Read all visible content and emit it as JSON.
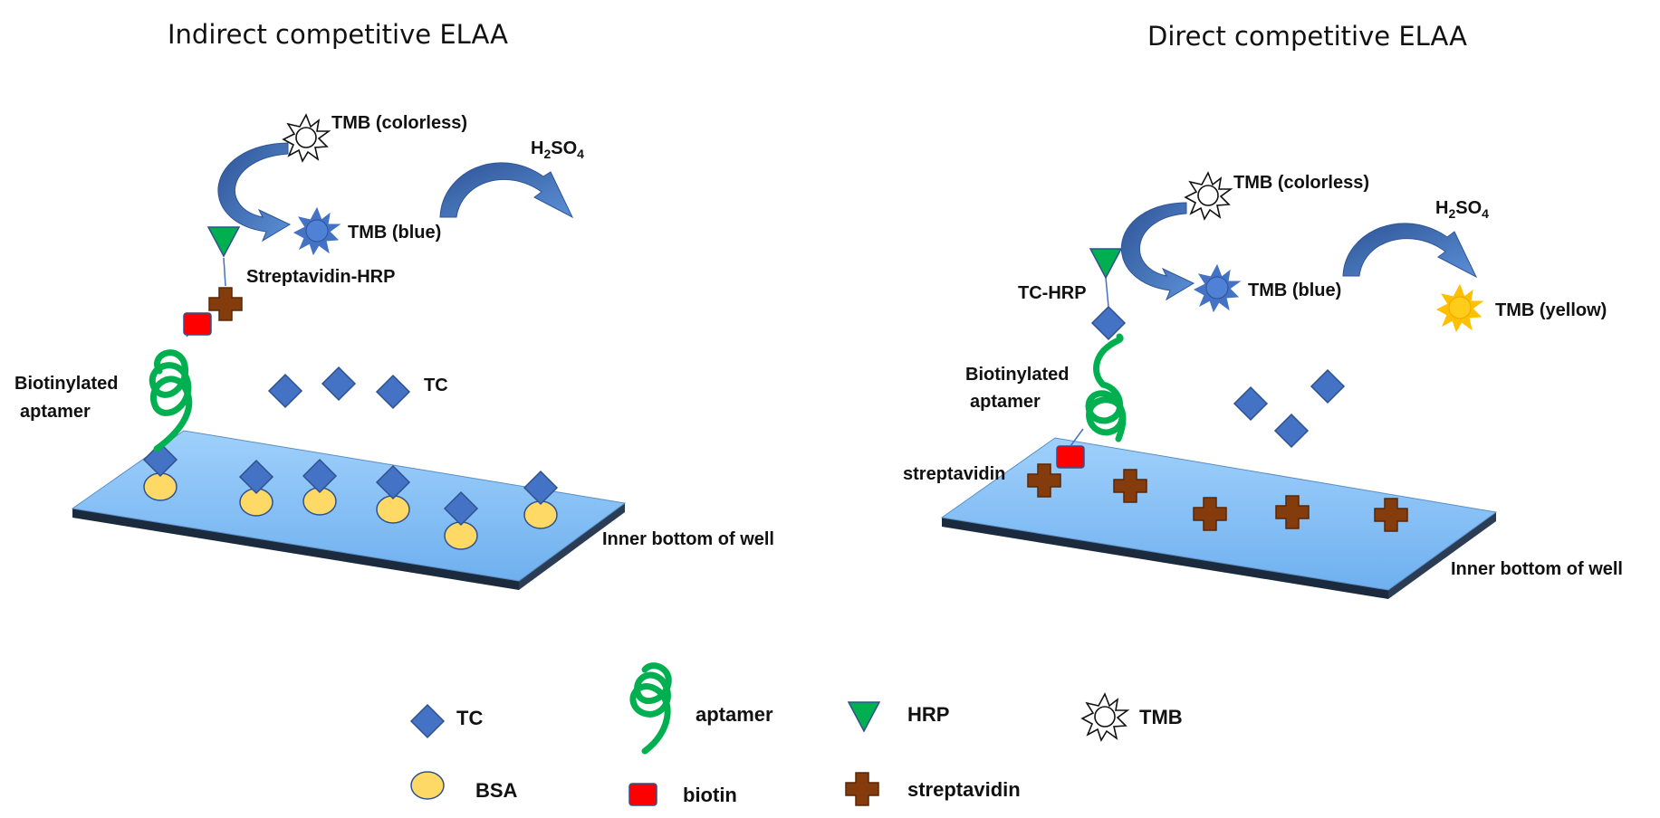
{
  "panels": {
    "indirect": {
      "title": "Indirect competitive ELAA",
      "tmb_colorless": "TMB (colorless)",
      "tmb_blue": "TMB (blue)",
      "acid": {
        "main": "H",
        "s1": "2",
        "mid": "SO",
        "s2": "4"
      },
      "conjugate_label": "Streptavidin-HRP",
      "aptamer_label_line1": "Biotinylated",
      "aptamer_label_line2": "aptamer",
      "analyte_label": "TC",
      "surface_label": "Inner bottom of well"
    },
    "direct": {
      "title": "Direct competitive ELAA",
      "tmb_colorless": "TMB (colorless)",
      "tmb_blue": "TMB (blue)",
      "tmb_yellow": "TMB (yellow)",
      "acid": {
        "main": "H",
        "s1": "2",
        "mid": "SO",
        "s2": "4"
      },
      "conjugate_label": "TC-HRP",
      "aptamer_label_line1": "Biotinylated",
      "aptamer_label_line2": "aptamer",
      "streptavidin_label": "streptavidin",
      "surface_label": "Inner bottom of well"
    }
  },
  "legend": {
    "tc": "TC",
    "bsa": "BSA",
    "aptamer": "aptamer",
    "biotin": "biotin",
    "hrp": "HRP",
    "streptavidin": "streptavidin",
    "tmb": "TMB"
  },
  "colors": {
    "tc": "#4472c4",
    "bsa": "#ffd966",
    "aptamer": "#00b050",
    "biotin": "#ff0000",
    "hrp": "#00b050",
    "streptavidin": "#843c0c",
    "surface": "#8ec3f5",
    "arrow": "#4472c4",
    "tmb_blue": "#4472c4",
    "tmb_yellow": "#ffc000"
  }
}
